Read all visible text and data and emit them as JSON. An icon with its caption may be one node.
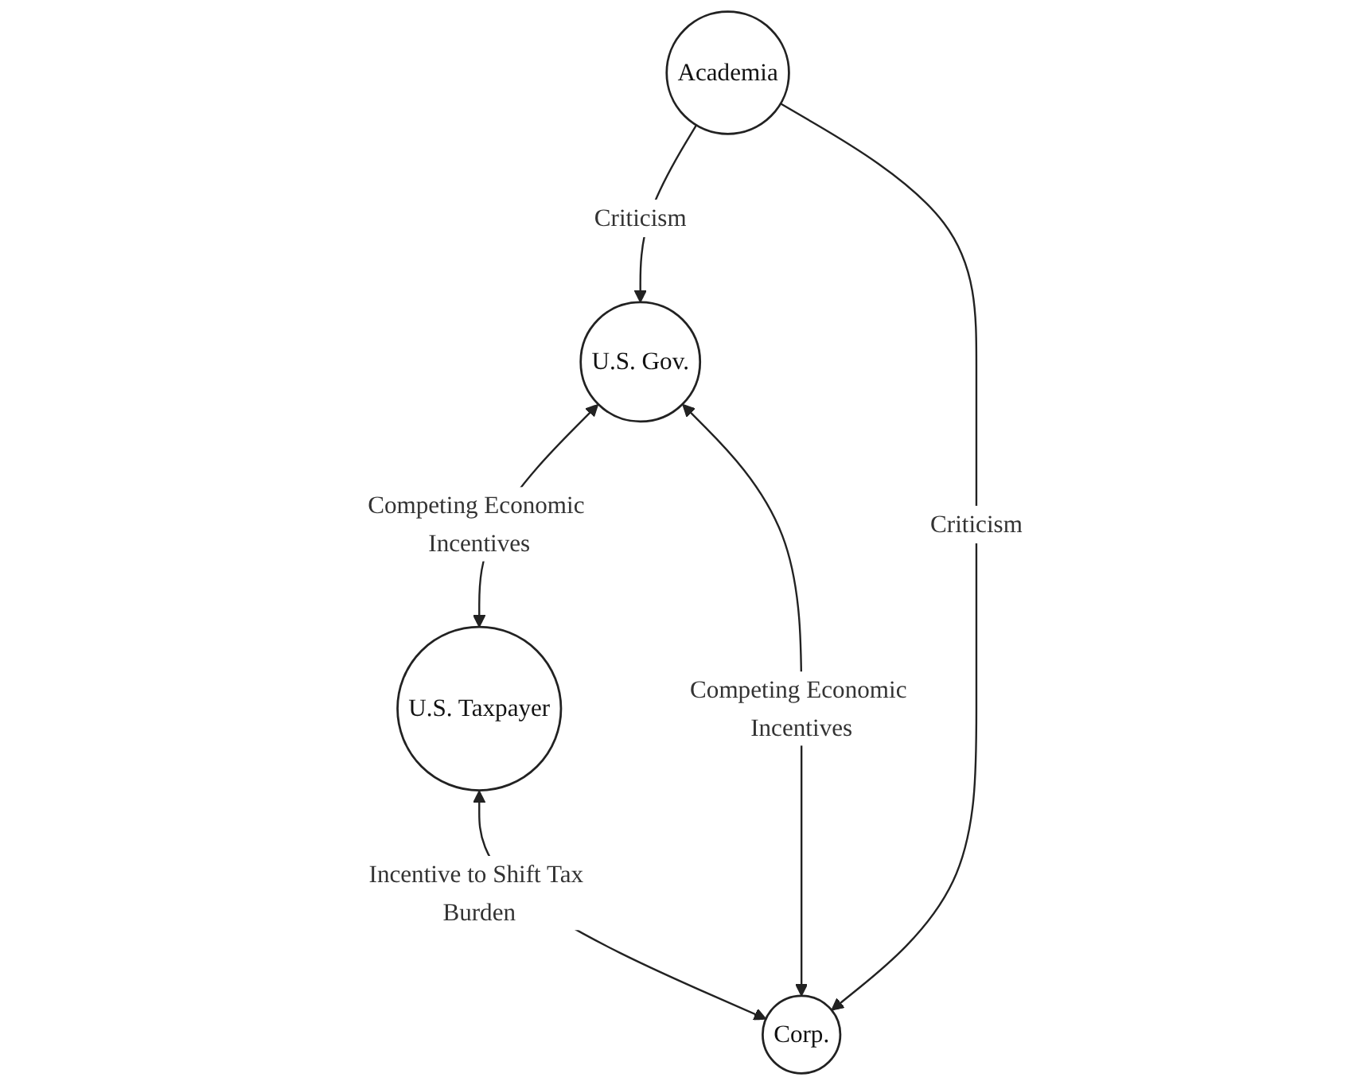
{
  "diagram": {
    "nodes": [
      {
        "text": [
          "U.S. Taxpayer"
        ]
      },
      {
        "text": [
          "U.S. Gov."
        ]
      },
      {
        "text": [
          "Corp."
        ]
      },
      {
        "text": [
          "Academia"
        ]
      }
    ],
    "edges": [
      {
        "from": 1,
        "to": 0,
        "arrow": "both",
        "label": "Competing Economic Incentives"
      },
      {
        "from": 0,
        "to": 2,
        "arrow": "both",
        "label": "Incentive to Shift Tax Burden"
      },
      {
        "from": 1,
        "to": 2,
        "arrow": "both",
        "label": "Competing Economic Incentives"
      },
      {
        "from": 3,
        "to": 1,
        "arrow": "to",
        "label": "Criticism"
      },
      {
        "from": 3,
        "to": 2,
        "arrow": "to",
        "label": "Criticism"
      }
    ]
  }
}
